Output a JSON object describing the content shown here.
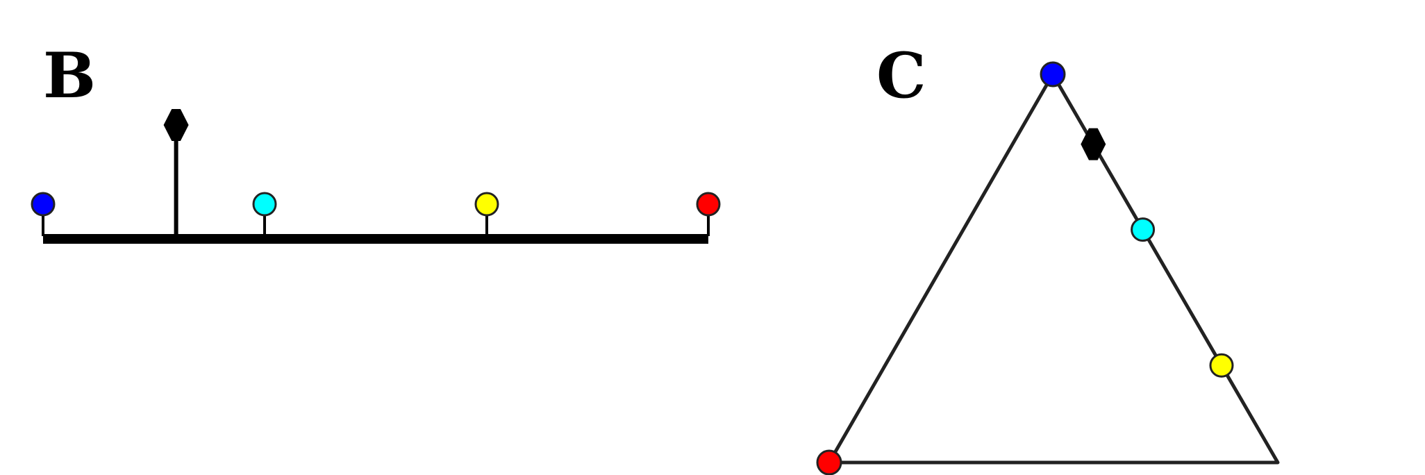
{
  "panels": {
    "b": {
      "label": "B"
    },
    "c": {
      "label": "C"
    }
  },
  "colors": {
    "blue": "#0000ff",
    "cyan": "#00ffff",
    "yellow": "#ffff00",
    "red": "#ff0000",
    "marker": "#000000",
    "stroke": "#222222"
  },
  "panel_b_points": [
    {
      "name": "blue",
      "position": 0.0
    },
    {
      "name": "cyan",
      "position": 0.333
    },
    {
      "name": "yellow",
      "position": 0.667
    },
    {
      "name": "red",
      "position": 1.0
    }
  ],
  "panel_b_marker": {
    "position": 0.2
  },
  "panel_c_vertices": {
    "top": "blue",
    "bottom_left": "red",
    "bottom_right": "none"
  },
  "panel_c_points": [
    {
      "name": "cyan",
      "weights": {
        "top": 0.6,
        "bottom_left": 0.0,
        "bottom_right": 0.4
      }
    },
    {
      "name": "yellow",
      "weights": {
        "top": 0.25,
        "bottom_left": 0.0,
        "bottom_right": 0.75
      }
    }
  ],
  "panel_c_marker": {
    "weights": {
      "top": 0.82,
      "bottom_left": 0.0,
      "bottom_right": 0.18
    }
  }
}
